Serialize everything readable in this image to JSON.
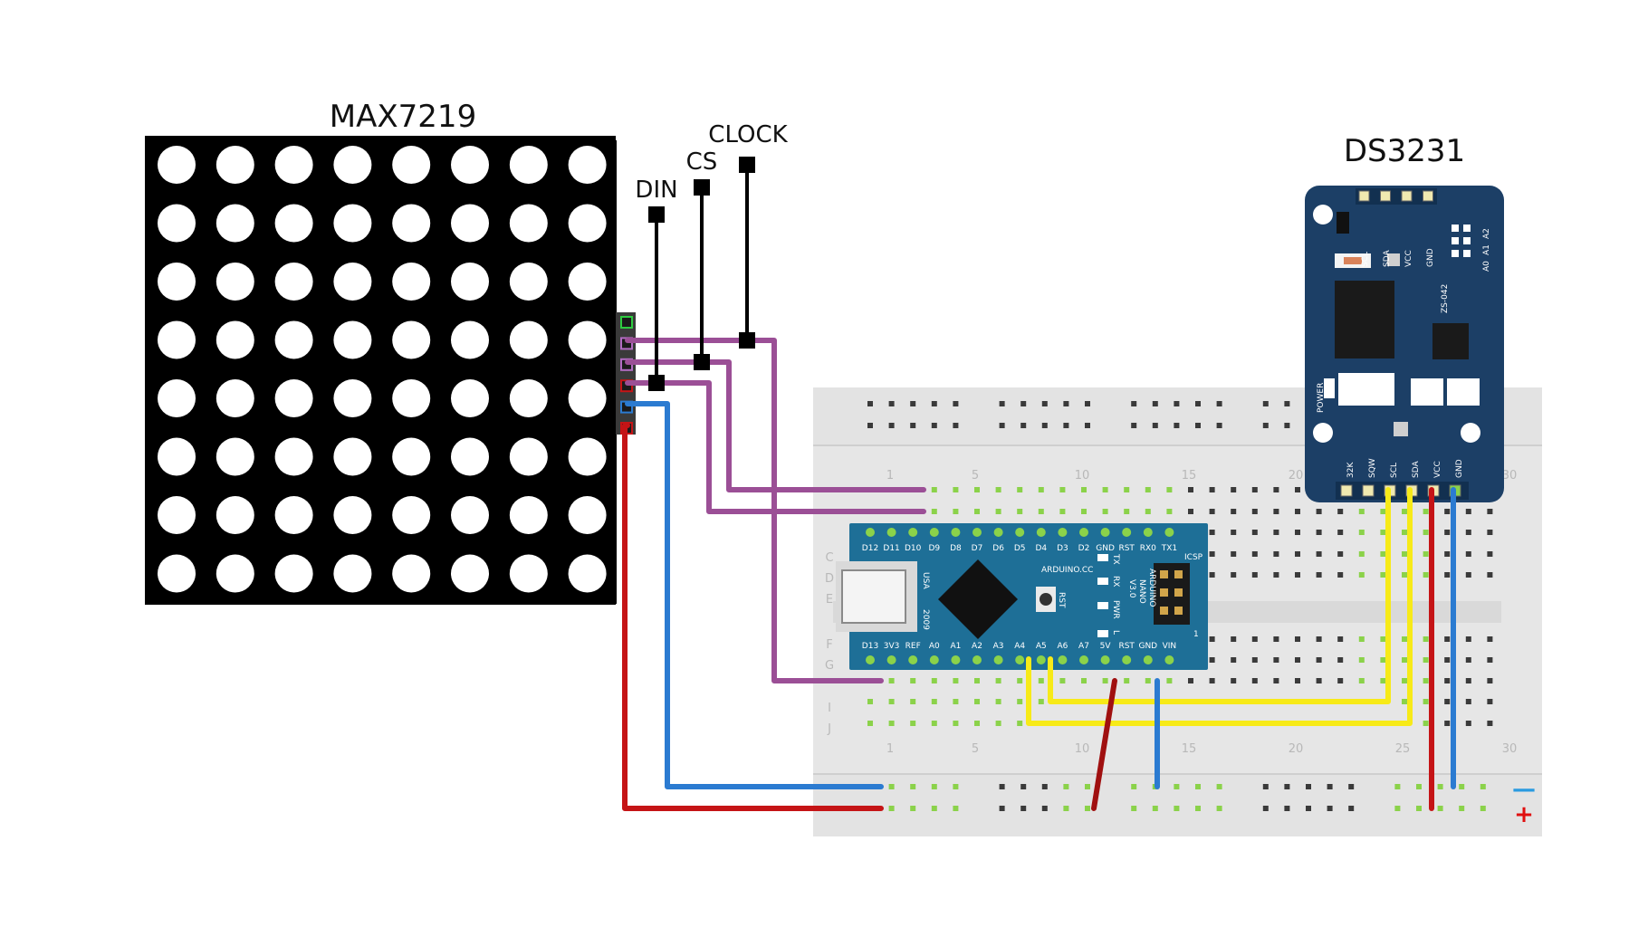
{
  "labels": {
    "matrix_title": "MAX7219",
    "rtc_title": "DS3231",
    "din": "DIN",
    "cs": "CS",
    "clock": "CLOCK"
  },
  "breadboard": {
    "column_numbers": [
      "1",
      "5",
      "10",
      "15",
      "20",
      "25",
      "30"
    ],
    "row_letters_top": [
      "C",
      "D",
      "E"
    ],
    "row_letters_bottom": [
      "F",
      "G",
      "I",
      "J"
    ],
    "rail_minus": "—",
    "rail_plus": "+"
  },
  "arduino": {
    "top_pins": [
      "D12",
      "D11",
      "D10",
      "D9",
      "D8",
      "D7",
      "D6",
      "D5",
      "D4",
      "D3",
      "D2",
      "GND",
      "RST",
      "RX0",
      "TX1"
    ],
    "bottom_pins": [
      "D13",
      "3V3",
      "REF",
      "A0",
      "A1",
      "A2",
      "A3",
      "A4",
      "A5",
      "A6",
      "A7",
      "5V",
      "RST",
      "GND",
      "VIN"
    ],
    "label_usa": "USA",
    "label_2009": "2009",
    "label_rst": "RST",
    "label_site": "ARDUINO.CC",
    "label_model": [
      "ARDUINO",
      "NANO",
      "V3.0"
    ],
    "label_icsp": "ICSP",
    "label_led_tx": "TX",
    "label_led_rx": "RX",
    "label_led_pwr": "PWR",
    "label_led_l": "L",
    "label_one": "1"
  },
  "rtc": {
    "top_pins": [
      "SCL",
      "SDA",
      "VCC",
      "GND"
    ],
    "bottom_pins": [
      "32K",
      "SQW",
      "SCL",
      "SDA",
      "VCC",
      "GND"
    ],
    "address_pins": [
      "A0",
      "A1",
      "A2"
    ],
    "model": "ZS-042",
    "power": "POWER"
  },
  "colors": {
    "matrix": "#000000",
    "arduino": "#1e6f97",
    "rtc": "#1c3f66",
    "wire_purple": "#9b4f96",
    "wire_blue": "#2b7bd1",
    "wire_red": "#c51416",
    "wire_yellow": "#f7ea18",
    "breadboard": "#e6e6e6"
  }
}
